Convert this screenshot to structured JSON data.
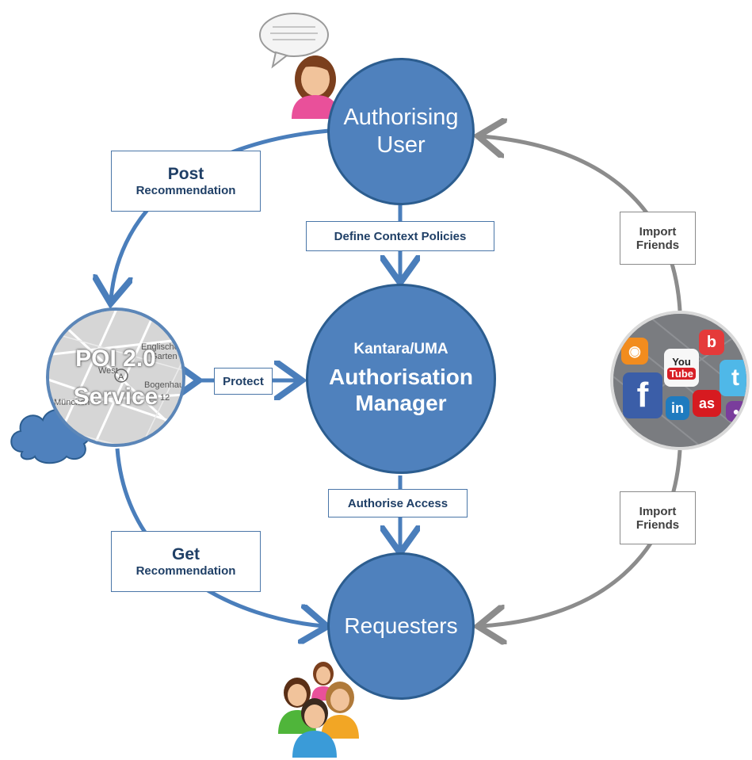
{
  "nodes": {
    "authorising_user": {
      "line1": "Authorising",
      "line2": "User"
    },
    "authorisation_manager": {
      "line1": "Kantara/UMA",
      "line2": "Authorisation",
      "line3": "Manager"
    },
    "requesters": {
      "label": "Requesters"
    },
    "poi_service": {
      "line1": "POI 2.0",
      "line2": "Service",
      "map_labels": [
        "Englische",
        "Garten",
        "Bogenhause",
        "München",
        "West",
        "A",
        "12"
      ]
    }
  },
  "edge_labels": {
    "post": {
      "title": "Post",
      "sub": "Recommendation"
    },
    "get": {
      "title": "Get",
      "sub": "Recommendation"
    },
    "define": "Define Context Policies",
    "authorise": "Authorise Access",
    "protect": "Protect",
    "import_top": {
      "line1": "Import",
      "line2": "Friends"
    },
    "import_bottom": {
      "line1": "Import",
      "line2": "Friends"
    }
  },
  "social_logos": {
    "facebook": "f",
    "youtube_top": "You",
    "youtube_bottom": "Tube",
    "linkedin": "in",
    "lastfm": "as",
    "bebo": "b",
    "twitter": "t"
  },
  "colors": {
    "node_fill": "#4f81bd",
    "node_stroke": "#2c5d8f",
    "arrow_blue": "#4a7ebb",
    "arrow_gray": "#8c8c8c"
  }
}
